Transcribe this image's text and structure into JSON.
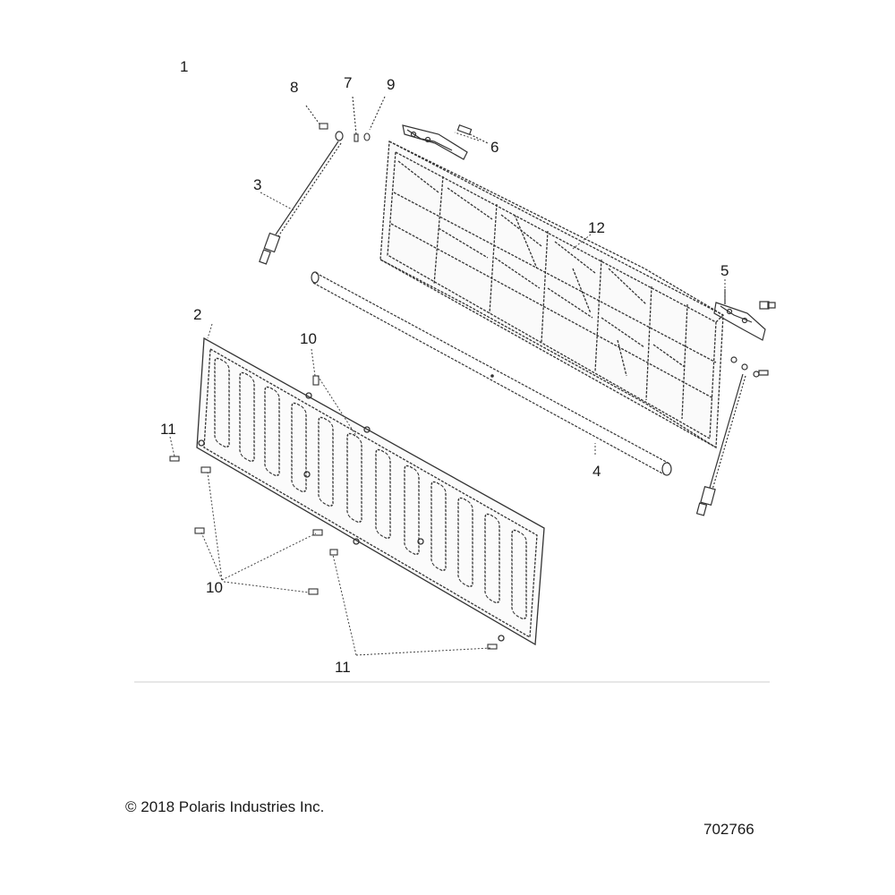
{
  "callouts": {
    "c1": "1",
    "c2": "2",
    "c3": "3",
    "c4": "4",
    "c5": "5",
    "c6": "6",
    "c7": "7",
    "c8": "8",
    "c9": "9",
    "c10a": "10",
    "c10b": "10",
    "c11a": "11",
    "c11b": "11",
    "c12": "12"
  },
  "footer": {
    "copyright": "© 2018 Polaris Industries Inc.",
    "part_number": "702766"
  }
}
